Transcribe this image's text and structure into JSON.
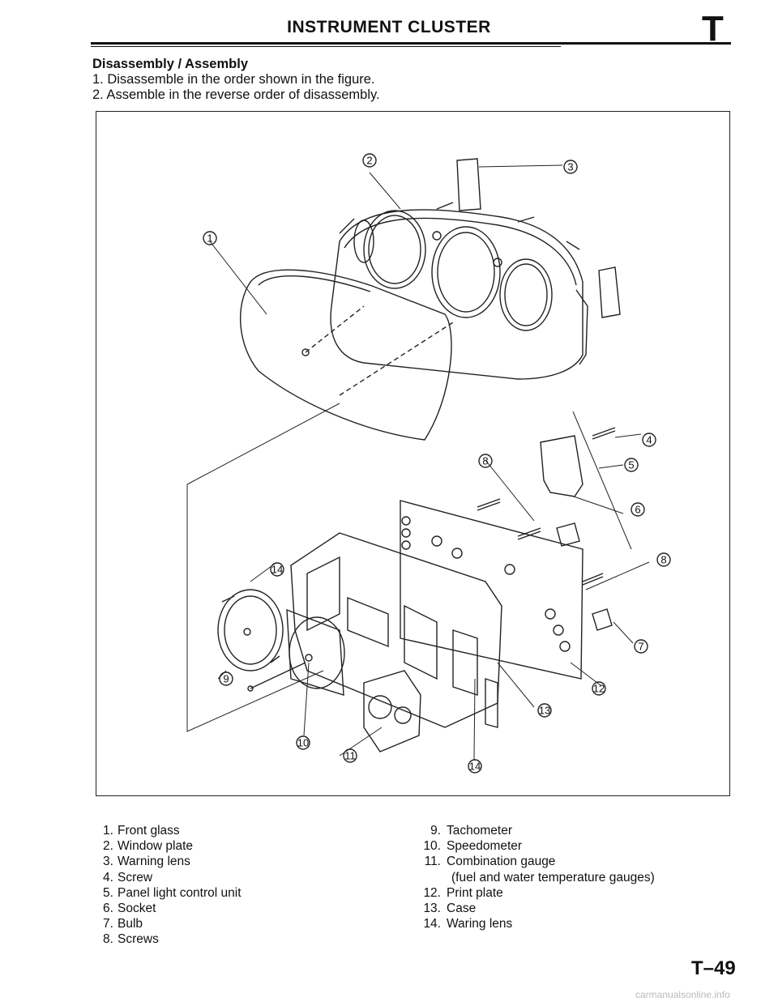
{
  "header": {
    "title": "INSTRUMENT CLUSTER",
    "section_letter": "T"
  },
  "intro": {
    "heading": "Disassembly / Assembly",
    "steps": [
      "1. Disassemble in the order shown in the figure.",
      "2. Assemble in the reverse order of disassembly."
    ]
  },
  "figure": {
    "callouts": [
      "1",
      "2",
      "3",
      "4",
      "5",
      "6",
      "7",
      "8",
      "8",
      "9",
      "10",
      "11",
      "12",
      "13",
      "14",
      "14"
    ]
  },
  "legend": {
    "left": [
      {
        "num": "1.",
        "label": "Front glass"
      },
      {
        "num": "2.",
        "label": "Window plate"
      },
      {
        "num": "3.",
        "label": "Warning lens"
      },
      {
        "num": "4.",
        "label": "Screw"
      },
      {
        "num": "5.",
        "label": "Panel light control unit"
      },
      {
        "num": "6.",
        "label": "Socket"
      },
      {
        "num": "7.",
        "label": "Bulb"
      },
      {
        "num": "8.",
        "label": "Screws"
      }
    ],
    "right": [
      {
        "num": "9.",
        "label": "Tachometer"
      },
      {
        "num": "10.",
        "label": "Speedometer"
      },
      {
        "num": "11.",
        "label": "Combination gauge"
      },
      {
        "num": "",
        "label": "(fuel and water temperature gauges)"
      },
      {
        "num": "12.",
        "label": "Print plate"
      },
      {
        "num": "13.",
        "label": "Case"
      },
      {
        "num": "14.",
        "label": "Waring lens"
      }
    ]
  },
  "footer": {
    "page_number": "T–49",
    "watermark": "carmanualsonline.info"
  }
}
